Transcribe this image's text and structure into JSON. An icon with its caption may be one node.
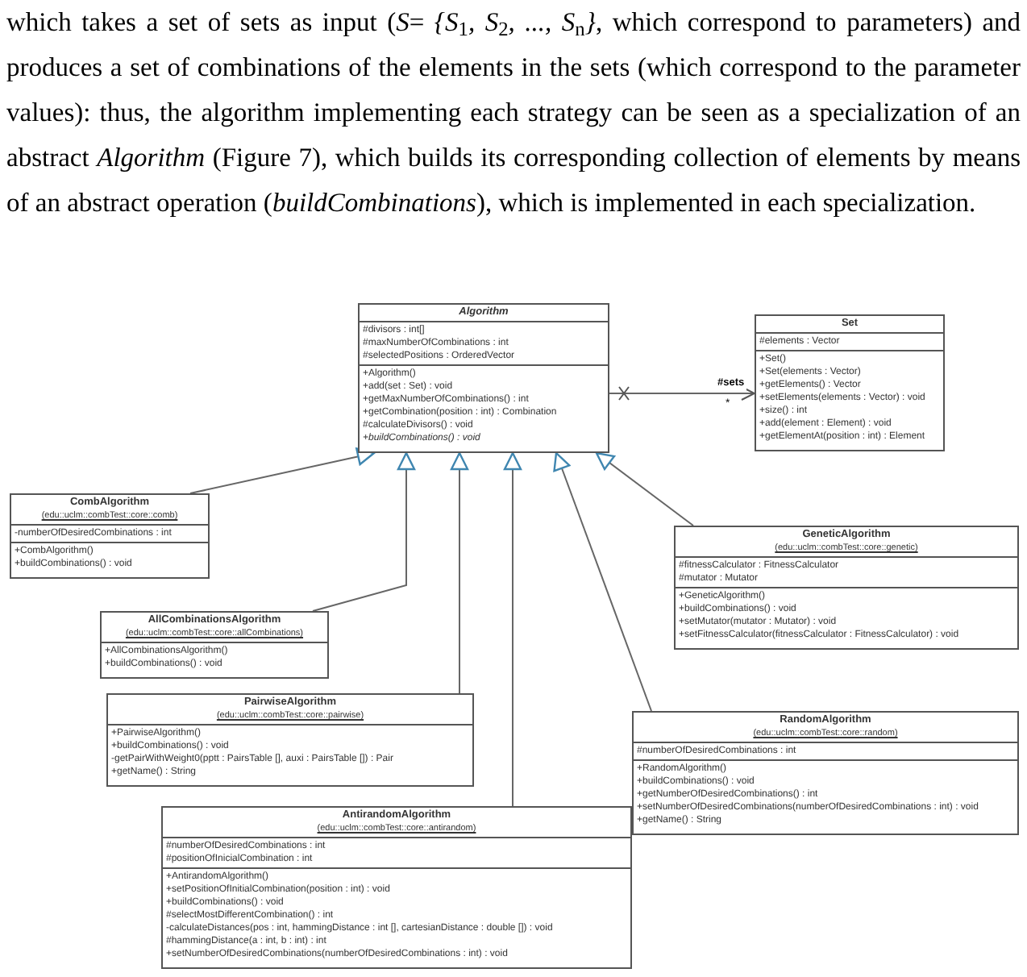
{
  "diagram": {
    "nodes": [
      {
        "text": [
          "Algorithm",
          "#divisors : int[]",
          "#maxNumberOfCombinations : int",
          "#selectedPositions : OrderedVector",
          "+Algorithm()",
          "+add(set : Set) : void",
          "+getMaxNumberOfCombinations() : int",
          "+getCombination(position : int) : Combination",
          "#calculateDivisors() : void",
          "*+buildCombinations() : void*"
        ]
      },
      {
        "text": [
          "Set",
          "#elements : Vector",
          "+Set()",
          "+Set(elements : Vector)",
          "+getElements() : Vector",
          "+setElements(elements : Vector) : void",
          "+size() : int",
          "+add(element : Element) : void",
          "+getElementAt(position : int) : Element"
        ]
      },
      {
        "text": [
          "CombAlgorithm",
          "(edu::uclm::combTest::core::comb)",
          "-numberOfDesiredCombinations : int",
          "+CombAlgorithm()",
          "+buildCombinations() : void"
        ]
      },
      {
        "text": [
          "GeneticAlgorithm",
          "(edu::uclm::combTest::core::genetic)",
          "#fitnessCalculator : FitnessCalculator",
          "#mutator : Mutator",
          "+GeneticAlgorithm()",
          "+buildCombinations() : void",
          "+setMutator(mutator : Mutator) : void",
          "+setFitnessCalculator(fitnessCalculator : FitnessCalculator) : void"
        ]
      },
      {
        "text": [
          "AllCombinationsAlgorithm",
          "(edu::uclm::combTest::core::allCombinations)",
          "+AllCombinationsAlgorithm()",
          "+buildCombinations() : void"
        ]
      },
      {
        "text": [
          "PairwiseAlgorithm",
          "(edu::uclm::combTest::core::pairwise)",
          "+PairwiseAlgorithm()",
          "+buildCombinations() : void",
          "-getPairWithWeight0(pptt : PairsTable [], auxi : PairsTable []) : Pair",
          "+getName() : String"
        ]
      },
      {
        "text": [
          "RandomAlgorithm",
          "(edu::uclm::combTest::core::random)",
          "#numberOfDesiredCombinations : int",
          "+RandomAlgorithm()",
          "+buildCombinations() : void",
          "+getNumberOfDesiredCombinations() : int",
          "+setNumberOfDesiredCombinations(numberOfDesiredCombinations : int) : void",
          "+getName() : String"
        ]
      },
      {
        "text": [
          "AntirandomAlgorithm",
          "(edu::uclm::combTest::core::antirandom)",
          "#numberOfDesiredCombinations : int",
          "#positionOfInicialCombination : int",
          "+AntirandomAlgorithm()",
          "+setPositionOfInitialCombination(position : int) : void",
          "+buildCombinations() : void",
          "#selectMostDifferentCombination() : int",
          "-calculateDistances(pos : int, hammingDistance : int [], cartesianDistance : double []) : void",
          "#hammingDistance(a : int, b : int) : int",
          "+setNumberOfDesiredCombinations(numberOfDesiredCombinations : int) : void"
        ]
      }
    ],
    "edges": [
      {
        "from": 0,
        "to": 1,
        "arrow": "to",
        "label": "#sets"
      },
      {
        "from": 2,
        "to": 0,
        "arrow": "to"
      },
      {
        "from": 3,
        "to": 0,
        "arrow": "to"
      },
      {
        "from": 4,
        "to": 0,
        "arrow": "to"
      },
      {
        "from": 5,
        "to": 0,
        "arrow": "to"
      },
      {
        "from": 6,
        "to": 0,
        "arrow": "to"
      },
      {
        "from": 7,
        "to": 0,
        "arrow": "to"
      }
    ],
    "labels": [
      "which takes a set of sets as input (*S*= *{S*$_{1}$*, S*$_{2}$*, ..., S*$_{n}$*}*, which correspond to parameters) and produces a set of combinations of the elements in the sets (which correspond to the parameter values): thus, the algorithm implementing each strategy can be seen as a specialization of an abstract *Algorithm* (Figure 7), which builds its corresponding collection of elements by means of an abstract operation (*buildCombinations*), which is implemented in each specialization.",
      "*"
    ]
  }
}
